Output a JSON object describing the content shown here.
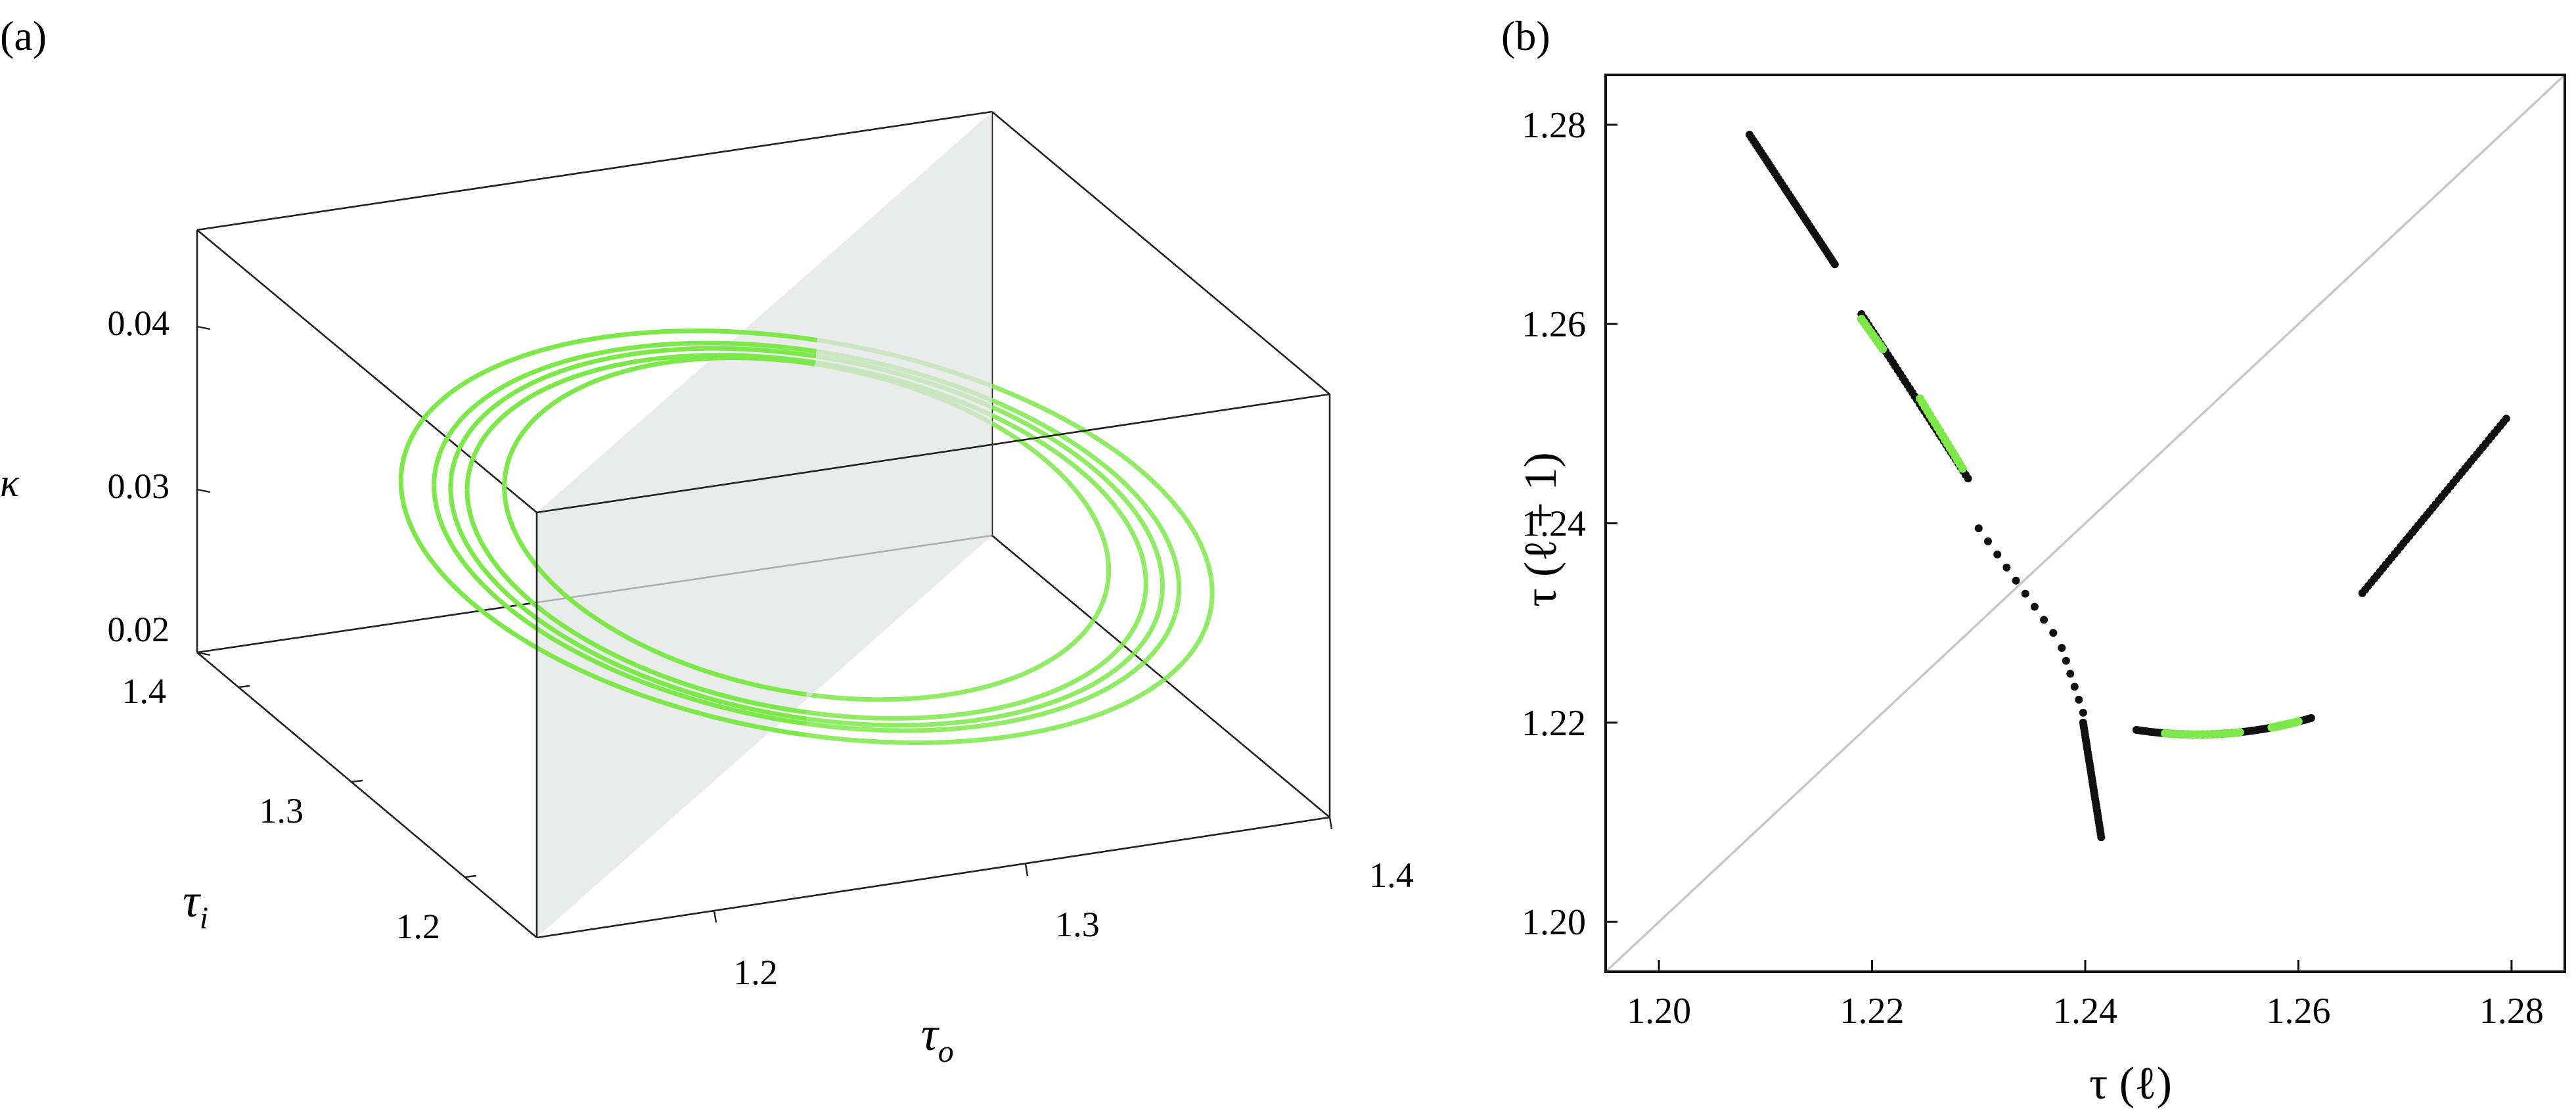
{
  "panels": {
    "a_label": "(a)",
    "b_label": "(b)"
  },
  "colors": {
    "attractor": "#7de84a",
    "points": "#111111",
    "plane": "#e2e4e4",
    "box": "#222222",
    "diagonal": "#c8c8c8"
  },
  "chart_data": [
    {
      "panel": "(a)",
      "type": "line",
      "kind": "3d-trajectory",
      "axes": {
        "x": {
          "label": "τo",
          "label_symbol": "τ",
          "label_sub": "o",
          "ticks": [
            "1.2",
            "1.3",
            "1.4"
          ],
          "range": [
            1.14,
            1.41
          ]
        },
        "y": {
          "label": "τi",
          "label_symbol": "τ",
          "label_sub": "i",
          "ticks": [
            "1.2",
            "1.3",
            "1.4"
          ],
          "range": [
            1.14,
            1.41
          ]
        },
        "z": {
          "label": "κ",
          "ticks": [
            "0.02",
            "0.03",
            "0.04"
          ],
          "range": [
            0.02,
            0.046
          ]
        }
      },
      "section_plane": "τi = τo",
      "loops": [
        {
          "center": [
            1.25,
            1.25,
            0.03
          ],
          "radius": 0.09,
          "amplitude": 0.0115
        },
        {
          "center": [
            1.25,
            1.25,
            0.03
          ],
          "radius": 0.082,
          "amplitude": 0.0108
        },
        {
          "center": [
            1.25,
            1.25,
            0.0305
          ],
          "radius": 0.073,
          "amplitude": 0.0102
        },
        {
          "center": [
            1.25,
            1.25,
            0.03
          ],
          "radius": 0.098,
          "amplitude": 0.0122
        },
        {
          "center": [
            1.25,
            1.25,
            0.03
          ],
          "radius": 0.086,
          "amplitude": 0.0112
        }
      ]
    },
    {
      "panel": "(b)",
      "type": "scatter",
      "xlabel": "τ (ℓ)",
      "ylabel": "τ (ℓ + 1)",
      "xlim": [
        1.195,
        1.285
      ],
      "ylim": [
        1.195,
        1.285
      ],
      "xticks": [
        "1.20",
        "1.22",
        "1.24",
        "1.26",
        "1.28"
      ],
      "yticks": [
        "1.20",
        "1.22",
        "1.24",
        "1.26",
        "1.28"
      ],
      "diagonal": true,
      "black_segments": [
        {
          "from": [
            1.2085,
            1.279
          ],
          "to": [
            1.2165,
            1.266
          ],
          "n": 45
        },
        {
          "from": [
            1.219,
            1.261
          ],
          "to": [
            1.229,
            1.2445
          ],
          "n": 45
        },
        {
          "from": [
            1.23,
            1.2395
          ],
          "to": [
            1.237,
            1.229
          ],
          "n": 9
        },
        {
          "from": [
            1.2378,
            1.2275
          ],
          "to": [
            1.2398,
            1.221
          ],
          "n": 6
        },
        {
          "from": [
            1.2398,
            1.22
          ],
          "to": [
            1.2415,
            1.2085
          ],
          "n": 40
        },
        {
          "from": [
            1.266,
            1.233
          ],
          "to": [
            1.2795,
            1.2505
          ],
          "n": 50
        }
      ],
      "black_curve": {
        "x_from": 1.2448,
        "x_to": 1.2612,
        "vertex": [
          1.2505,
          1.2188
        ],
        "a": 14.5,
        "n": 80
      },
      "green_segments": [
        {
          "from": [
            1.219,
            1.2605
          ],
          "to": [
            1.221,
            1.2575
          ],
          "n": 10
        },
        {
          "from": [
            1.2245,
            1.2525
          ],
          "to": [
            1.2285,
            1.2455
          ],
          "n": 18
        }
      ],
      "green_curve_ranges": [
        [
          1.2475,
          1.2545
        ],
        [
          1.2575,
          1.26
        ]
      ]
    }
  ]
}
